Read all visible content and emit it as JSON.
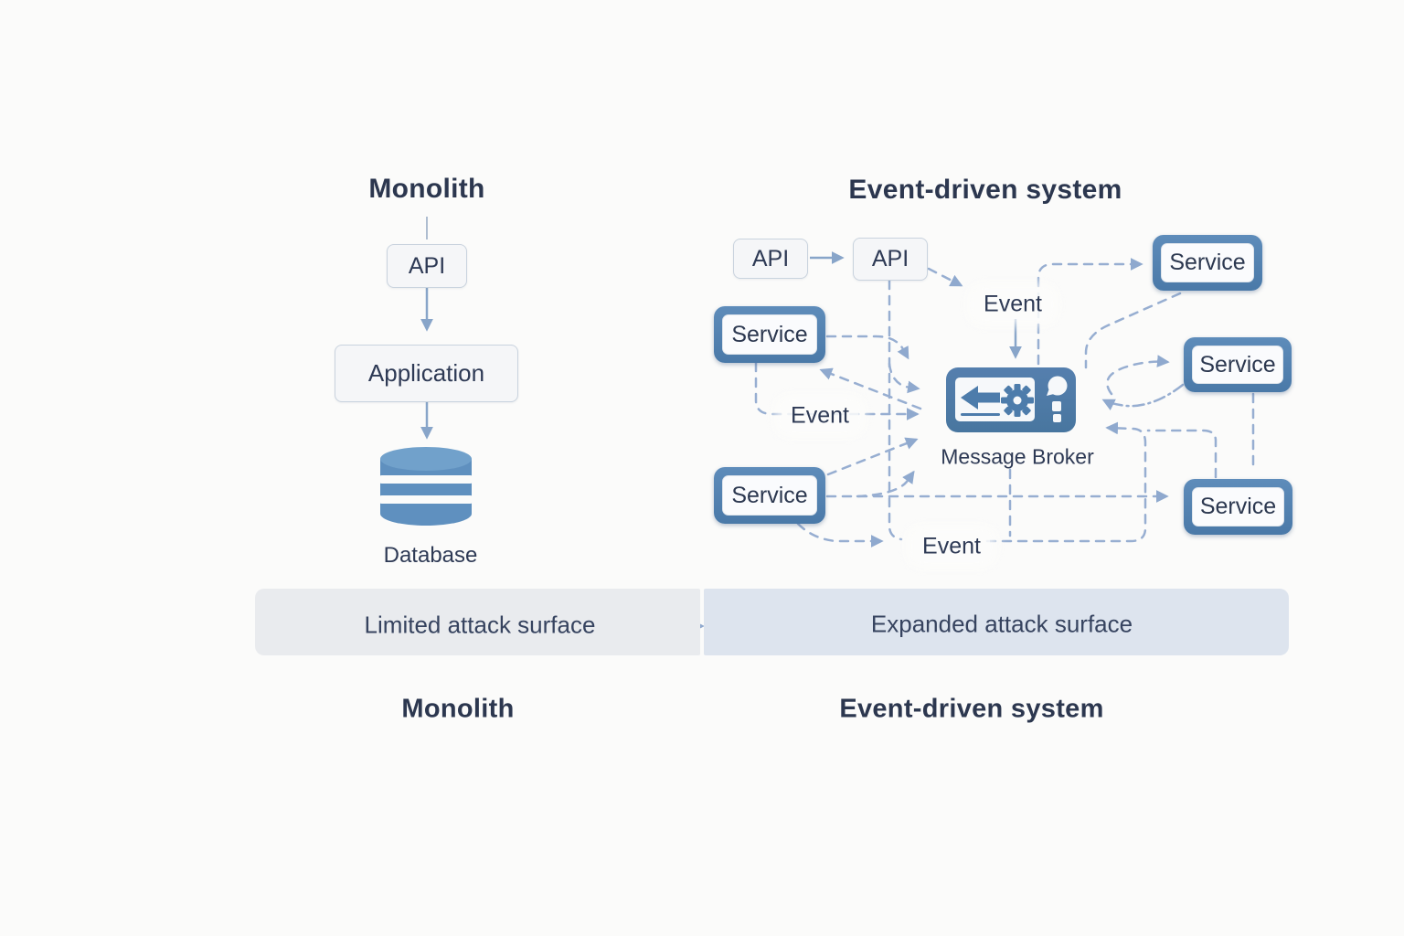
{
  "left_panel": {
    "title": "Monolith",
    "api_label": "API",
    "application_label": "Application",
    "database_label": "Database",
    "banner_label": "Limited attack surface",
    "bottom_title": "Monolith"
  },
  "right_panel": {
    "title": "Event-driven system",
    "api_boxes": [
      {
        "label": "API"
      },
      {
        "label": "API"
      }
    ],
    "services": [
      {
        "label": "Service",
        "position": "top-left"
      },
      {
        "label": "Service",
        "position": "bottom-left"
      },
      {
        "label": "Service",
        "position": "top-right"
      },
      {
        "label": "Service",
        "position": "mid-right"
      },
      {
        "label": "Service",
        "position": "bottom-right"
      }
    ],
    "broker_label": "Message Broker",
    "event_labels": {
      "top": "Event",
      "left": "Event",
      "bottom": "Event"
    },
    "banner_label": "Expanded attack surface",
    "bottom_title": "Event-driven system"
  },
  "icons": {
    "database_icon": "database-cylinder",
    "broker_icon": "inbox-arrow-gear"
  },
  "colors": {
    "accent_blue": "#4d7cab",
    "service_gradient_top": "#5e8cba",
    "service_gradient_bottom": "#4a79a8",
    "plain_box_border": "#c9d3de",
    "solid_arrow": "#88a5c9",
    "dashed_line": "#97aed1",
    "database_blue": "#5f90bf",
    "banner_left_bg": "#e9ebee",
    "banner_right_bg": "#dde4ee",
    "text_navy": "#2e3a55",
    "background": "#fbfbfa"
  }
}
